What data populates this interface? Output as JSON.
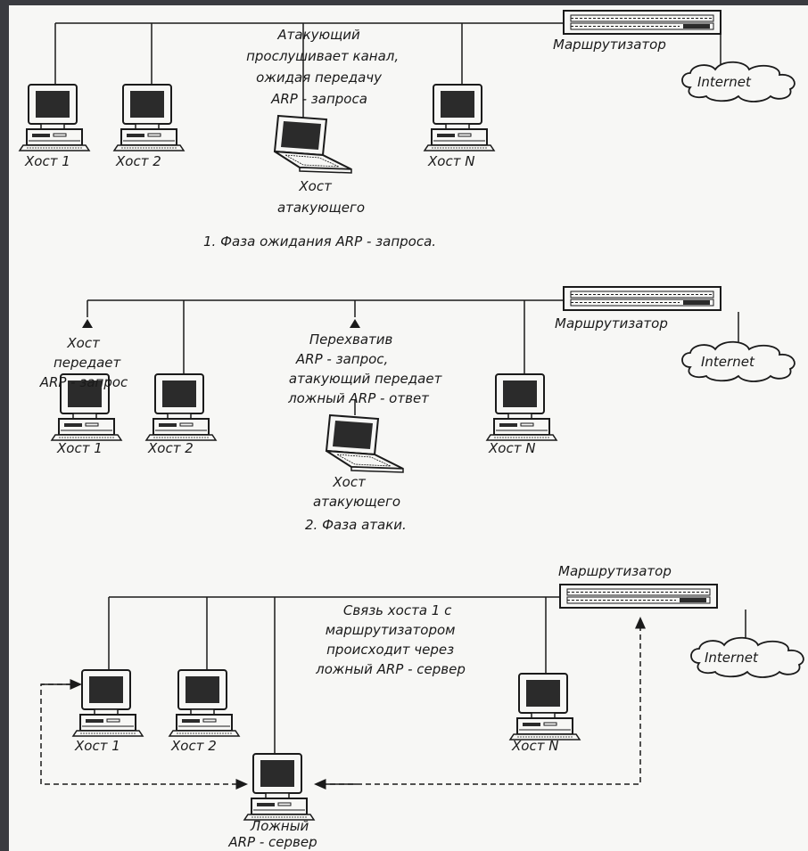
{
  "colors": {
    "background": "#3a3b40",
    "paper": "#f7f7f5",
    "ink": "#1a1a1a",
    "screen": "#2b2b2b"
  },
  "icons": [
    "desktop-computer-icon",
    "laptop-icon",
    "router-icon",
    "cloud-icon",
    "arrow-up-icon"
  ],
  "phase1": {
    "router_label": "Маршрутизатор",
    "cloud_label": "Internet",
    "host1": "Хост 1",
    "host2": "Хост 2",
    "hostN": "Хост N",
    "attacker_note": [
      "Атакующий",
      "прослушивает канал,",
      "ожидая передачу",
      "ARP - запроса"
    ],
    "attacker_label": [
      "Хост",
      "атакующего"
    ],
    "caption": "1. Фаза ожидания ARP - запроса."
  },
  "phase2": {
    "router_label": "Маршрутизатор",
    "cloud_label": "Internet",
    "host1": "Хост 1",
    "host2": "Хост 2",
    "hostN": "Хост N",
    "host_note": [
      "Хост",
      "передает",
      "ARP - запрос"
    ],
    "attacker_note": [
      "Перехватив",
      "ARP - запрос,",
      "атакующий передает",
      "ложный ARP - ответ"
    ],
    "attacker_label": [
      "Хост",
      "атакующего"
    ],
    "caption": "2. Фаза атаки."
  },
  "phase3": {
    "router_label": "Маршрутизатор",
    "cloud_label": "Internet",
    "host1": "Хост 1",
    "host2": "Хост 2",
    "hostN": "Хост N",
    "note": [
      "Связь хоста 1 с",
      "маршрутизатором",
      "происходит через",
      "ложный ARP - сервер"
    ],
    "fake_server_label": [
      "Ложный",
      "ARP - сервер"
    ]
  }
}
